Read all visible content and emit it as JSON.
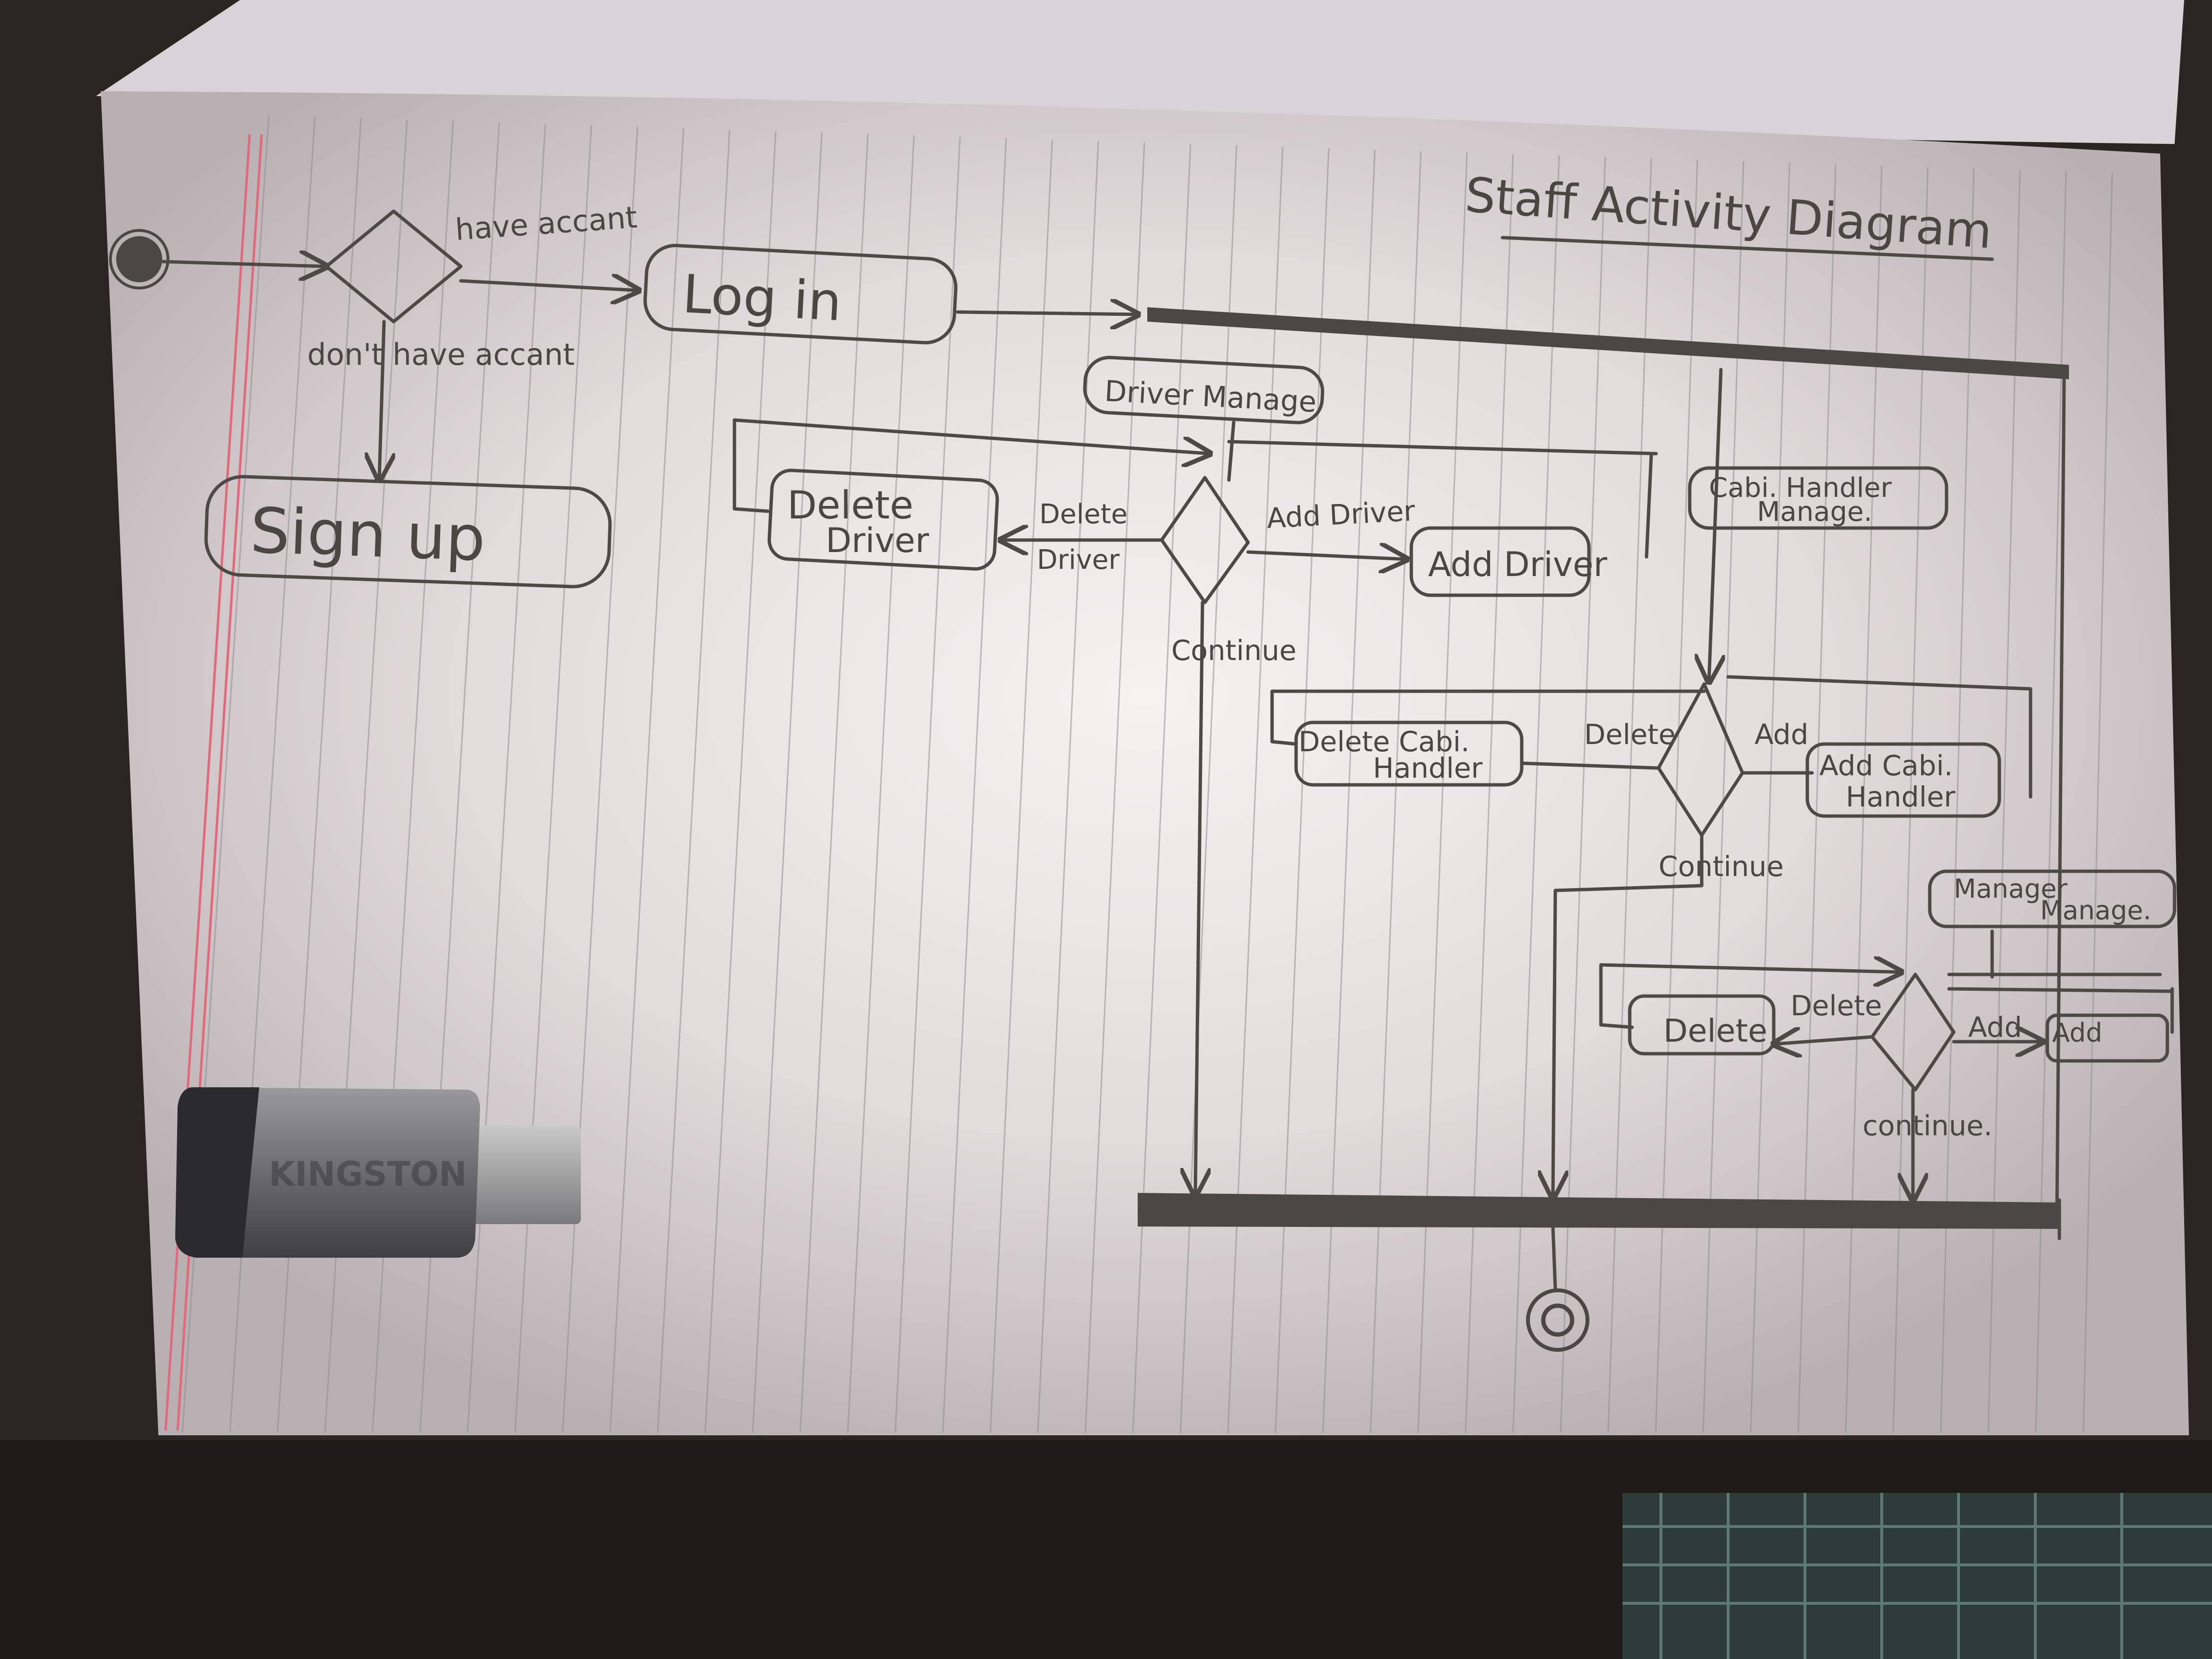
{
  "title": "Staff Activity Diagram",
  "decisions": {
    "login_choice": {
      "yes_label": "have accant",
      "no_label": "don't have accant"
    },
    "driver_choice": {
      "left_label_1": "Delete",
      "left_label_2": "Driver",
      "right_label": "Add Driver",
      "down_label": "Continue"
    },
    "cabi_choice": {
      "left_label": "Delete",
      "right_label": "Add",
      "down_label": "Continue"
    },
    "manager_choice": {
      "left_label": "Delete",
      "right_label": "Add",
      "down_label": "continue."
    }
  },
  "activities": {
    "login": "Log in",
    "signup": "Sign up",
    "driver_manage": "Driver Manage",
    "delete_driver_1": "Delete",
    "delete_driver_2": "Driver",
    "add_driver": "Add Driver",
    "cabi_manage_1": "Cabi. Handler",
    "cabi_manage_2": "Manage.",
    "delete_cabi_1": "Delete Cabi.",
    "delete_cabi_2": "Handler",
    "add_cabi_1": "Add Cabi.",
    "add_cabi_2": "Handler",
    "manager_manage_1": "Manager",
    "manager_manage_2": "Manage.",
    "manager_delete": "Delete",
    "manager_add": "Add"
  },
  "colors": {
    "paper": "#e7e1e0",
    "ink": "#4a4743",
    "rule_line": "#8e8c91",
    "margin_line": "#e06a7a",
    "background": "#2a2520"
  }
}
